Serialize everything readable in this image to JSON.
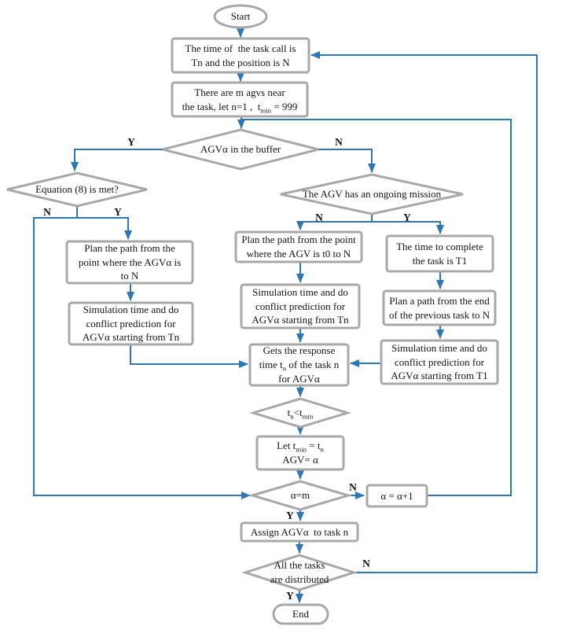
{
  "palette": {
    "arrow_blue": "#2e77b4",
    "shape_border_gray": "#a8a8a8",
    "shape_fill": "#ffffff",
    "text_color": "#141414"
  },
  "labels": {
    "yes": "Y",
    "no": "N"
  },
  "nodes": {
    "start": {
      "text": "Start"
    },
    "task_call": {
      "line1": "The time of  the task call is",
      "line2": "Tn and the position is N"
    },
    "m_agvs": {
      "line1": "There are m agvs near",
      "line2_pre": "the task, let n=1 ,  t",
      "line2_sub": "min",
      "line2_post": " = 999"
    },
    "buffer": {
      "text": "AGVα in the buffer"
    },
    "equation": {
      "text": "Equation (8) is met?"
    },
    "mission": {
      "text": "The AGV has an ongoing mission"
    },
    "plan_left": {
      "line1": "Plan the path from the",
      "line2": "point where the AGVα is",
      "line3": "to N"
    },
    "sim_left": {
      "line1": "Simulation time and do",
      "line2": "conflict prediction for",
      "line3": "AGVα starting from Tn"
    },
    "plan_mid": {
      "line1": "Plan the path from the point",
      "line2": "where the AGV is t0 to N"
    },
    "sim_mid": {
      "line1": "Simulation time and do",
      "line2": "conflict prediction for",
      "line3": "AGVα starting from Tn"
    },
    "time_t1": {
      "line1": "The time to complete",
      "line2": "the task is T1"
    },
    "plan_right": {
      "line1": "Plan a path from the end",
      "line2": "of the previous task to N"
    },
    "sim_right": {
      "line1": "Simulation time and do",
      "line2": "conflict prediction for",
      "line3": "AGVα starting from T1"
    },
    "gets": {
      "line1": "Gets the response",
      "line2_pre": "time t",
      "line2_sub": "n",
      "line2_post": " of the task n",
      "line3": "for AGVα"
    },
    "tn_check": {
      "pre": "t",
      "sub1": "n",
      "mid": "<t",
      "sub2": "min"
    },
    "let_min": {
      "line1_pre": "Let t",
      "line1_sub1": "min",
      "line1_mid": " = t",
      "line1_sub2": "n",
      "line2": "AGV= α"
    },
    "alpha_m": {
      "text": "α=m"
    },
    "alpha_inc": {
      "text": "α = α+1"
    },
    "assign": {
      "text": "Assign AGVα  to task n"
    },
    "all_tasks": {
      "line1": "All the tasks",
      "line2": "are distributed"
    },
    "end": {
      "text": "End"
    }
  }
}
